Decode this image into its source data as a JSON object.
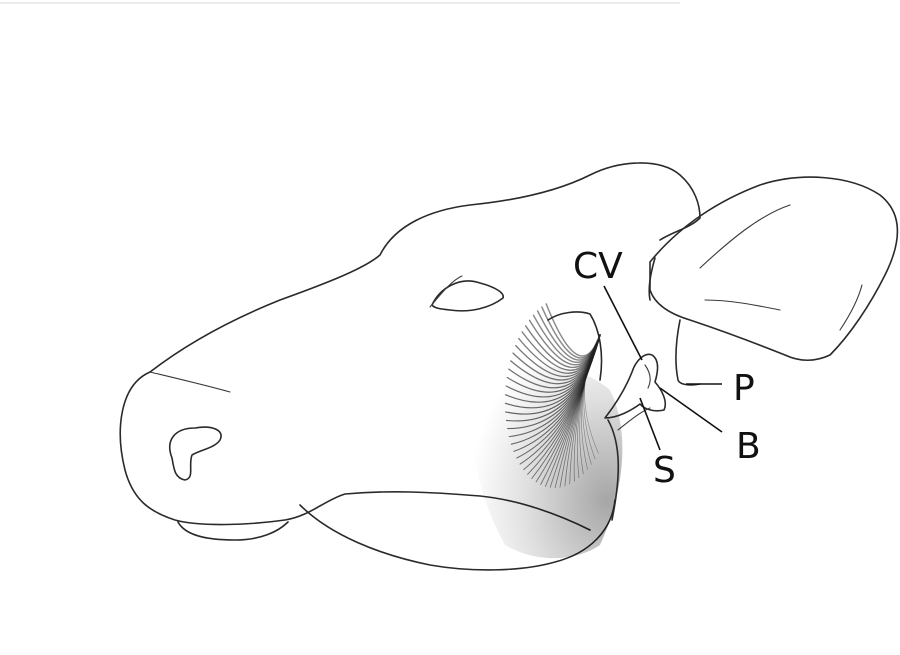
{
  "labels": {
    "cv": "CV",
    "p": "P",
    "b": "B",
    "s": "S"
  },
  "colors": {
    "line": "#2a2a2a",
    "text": "#111111",
    "background": "#ffffff"
  }
}
